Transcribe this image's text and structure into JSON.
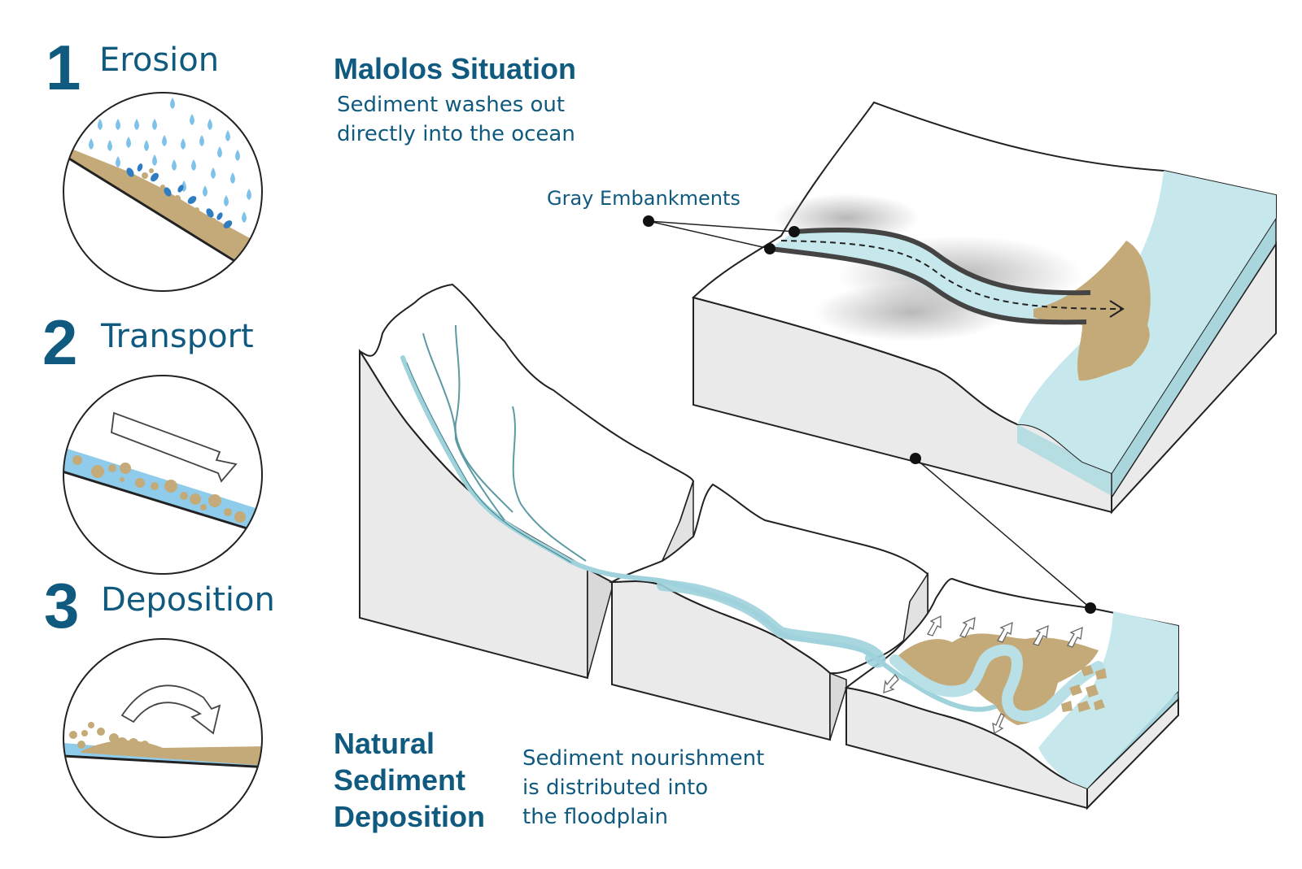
{
  "steps": [
    {
      "number": "1",
      "title": "Erosion"
    },
    {
      "number": "2",
      "title": "Transport"
    },
    {
      "number": "3",
      "title": "Deposition"
    }
  ],
  "malolos": {
    "title": "Malolos Situation",
    "description_line1": "Sediment washes out",
    "description_line2": "directly into the ocean",
    "embankment_label": "Gray Embankments"
  },
  "natural": {
    "title_line1": "Natural",
    "title_line2": "Sediment",
    "title_line3": "Deposition",
    "description_line1": "Sediment nourishment",
    "description_line2": "is distributed into",
    "description_line3": "the floodplain"
  },
  "colors": {
    "text": "#0f5a7e",
    "water": "#c6e8ec",
    "sediment": "#c4aa78",
    "rain": "#7ec2ea",
    "embankment": "#444444",
    "block_side": "#eaeaea"
  }
}
